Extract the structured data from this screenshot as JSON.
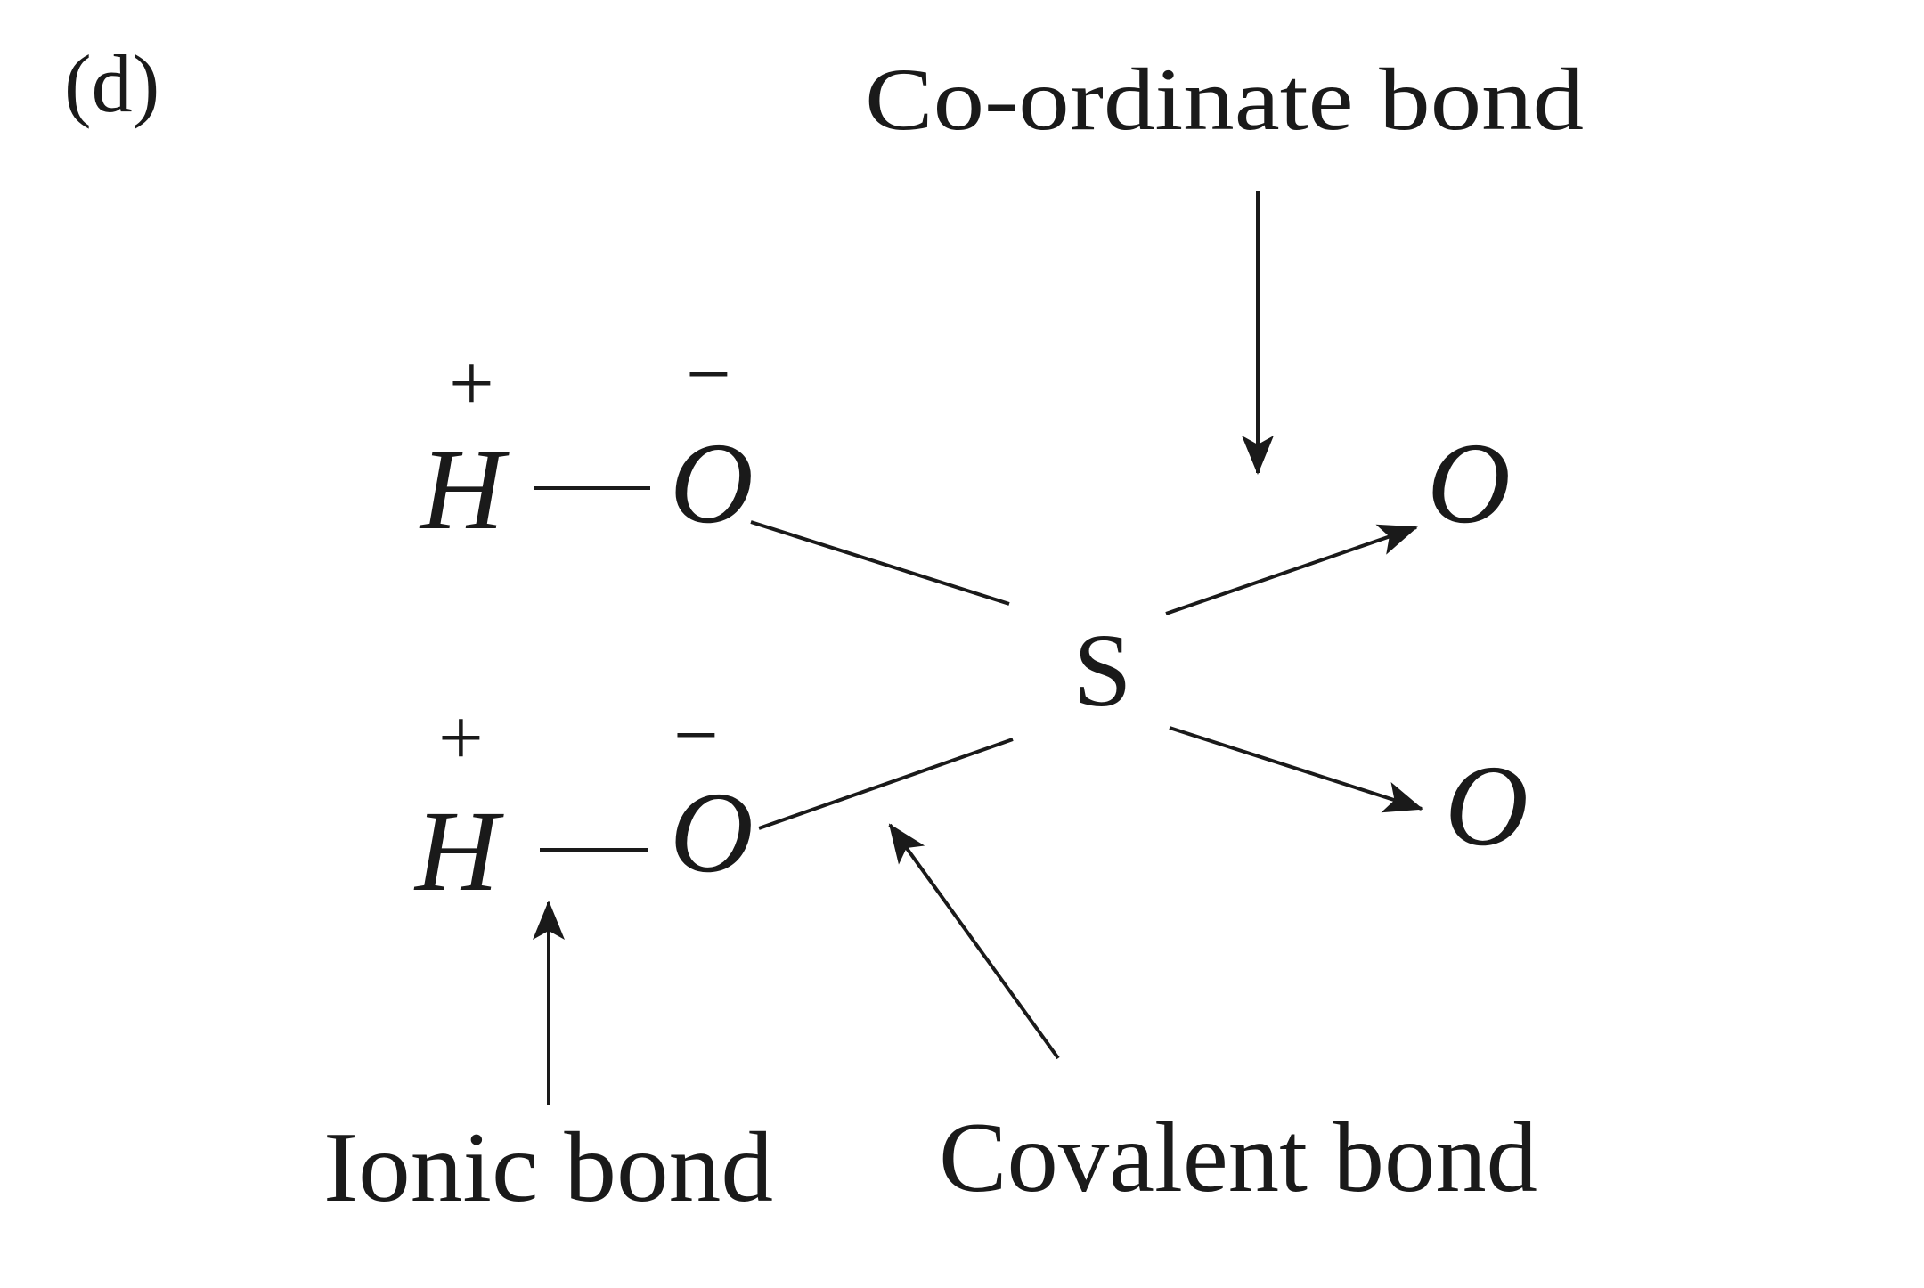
{
  "label": "(d)",
  "annotations": {
    "coordinate": "Co-ordinate bond",
    "ionic": "Ionic bond",
    "covalent": "Covalent bond"
  },
  "atoms": {
    "h_top": "H",
    "o_top": "O",
    "h_bottom": "H",
    "o_bottom": "O",
    "s": "S",
    "o_right_top": "O",
    "o_right_bottom": "O"
  },
  "charges": {
    "h_top": "+",
    "o_top": "−",
    "h_bottom": "+",
    "o_bottom": "−"
  }
}
